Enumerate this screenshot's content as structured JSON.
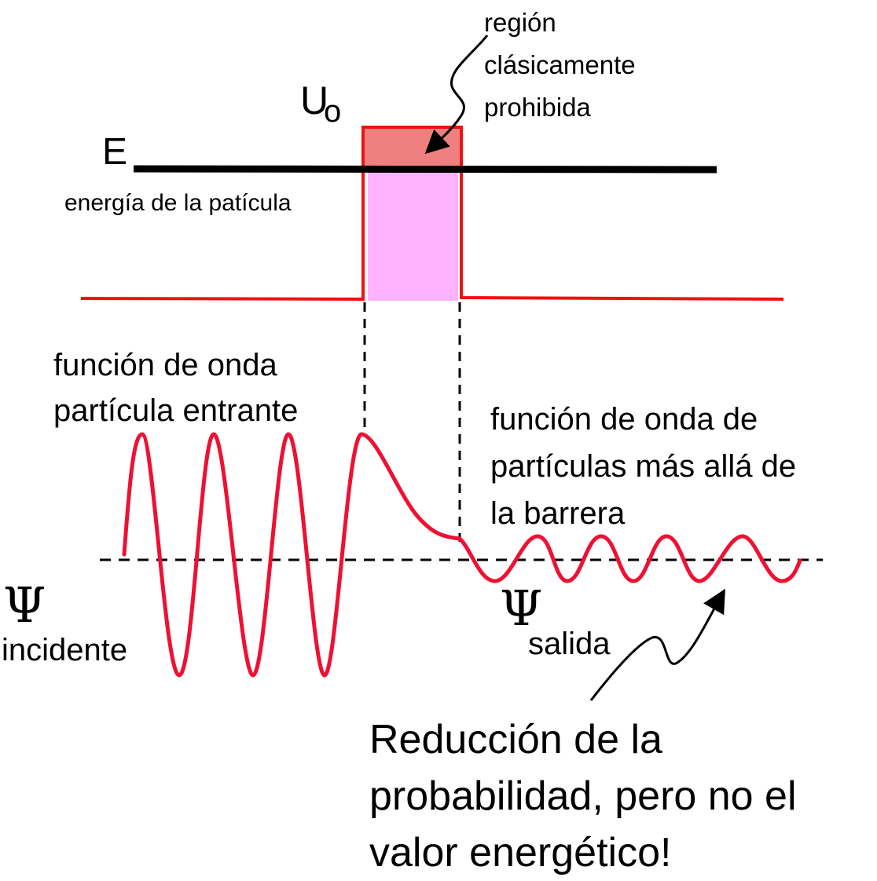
{
  "labels": {
    "region": "región\nclásicamente\nprohibida",
    "barrier_height": "U",
    "barrier_height_sub": "o",
    "energy": "E",
    "energy_desc": "energía de la patícula",
    "incoming_wave": "función de onda\npartícula entrante",
    "outgoing_wave": "función de onda de\npartículas más allá de\nla barrera",
    "psi_symbol": "Ψ",
    "psi_incident": "incidente",
    "psi_exit": "salida",
    "note": "Reducción de la\nprobabilidad, pero no el\nvalor energético!"
  },
  "colors": {
    "potential_line": "#ee1111",
    "barrier_above_energy": "#f08080",
    "barrier_below_energy": "#ffb3ff",
    "energy_line": "#000000",
    "wave": "#ee1133",
    "guide_lines": "#000000"
  },
  "icons": {
    "region_arrow": "squiggle-arrow-icon",
    "note_arrow": "squiggle-arrow-icon"
  }
}
